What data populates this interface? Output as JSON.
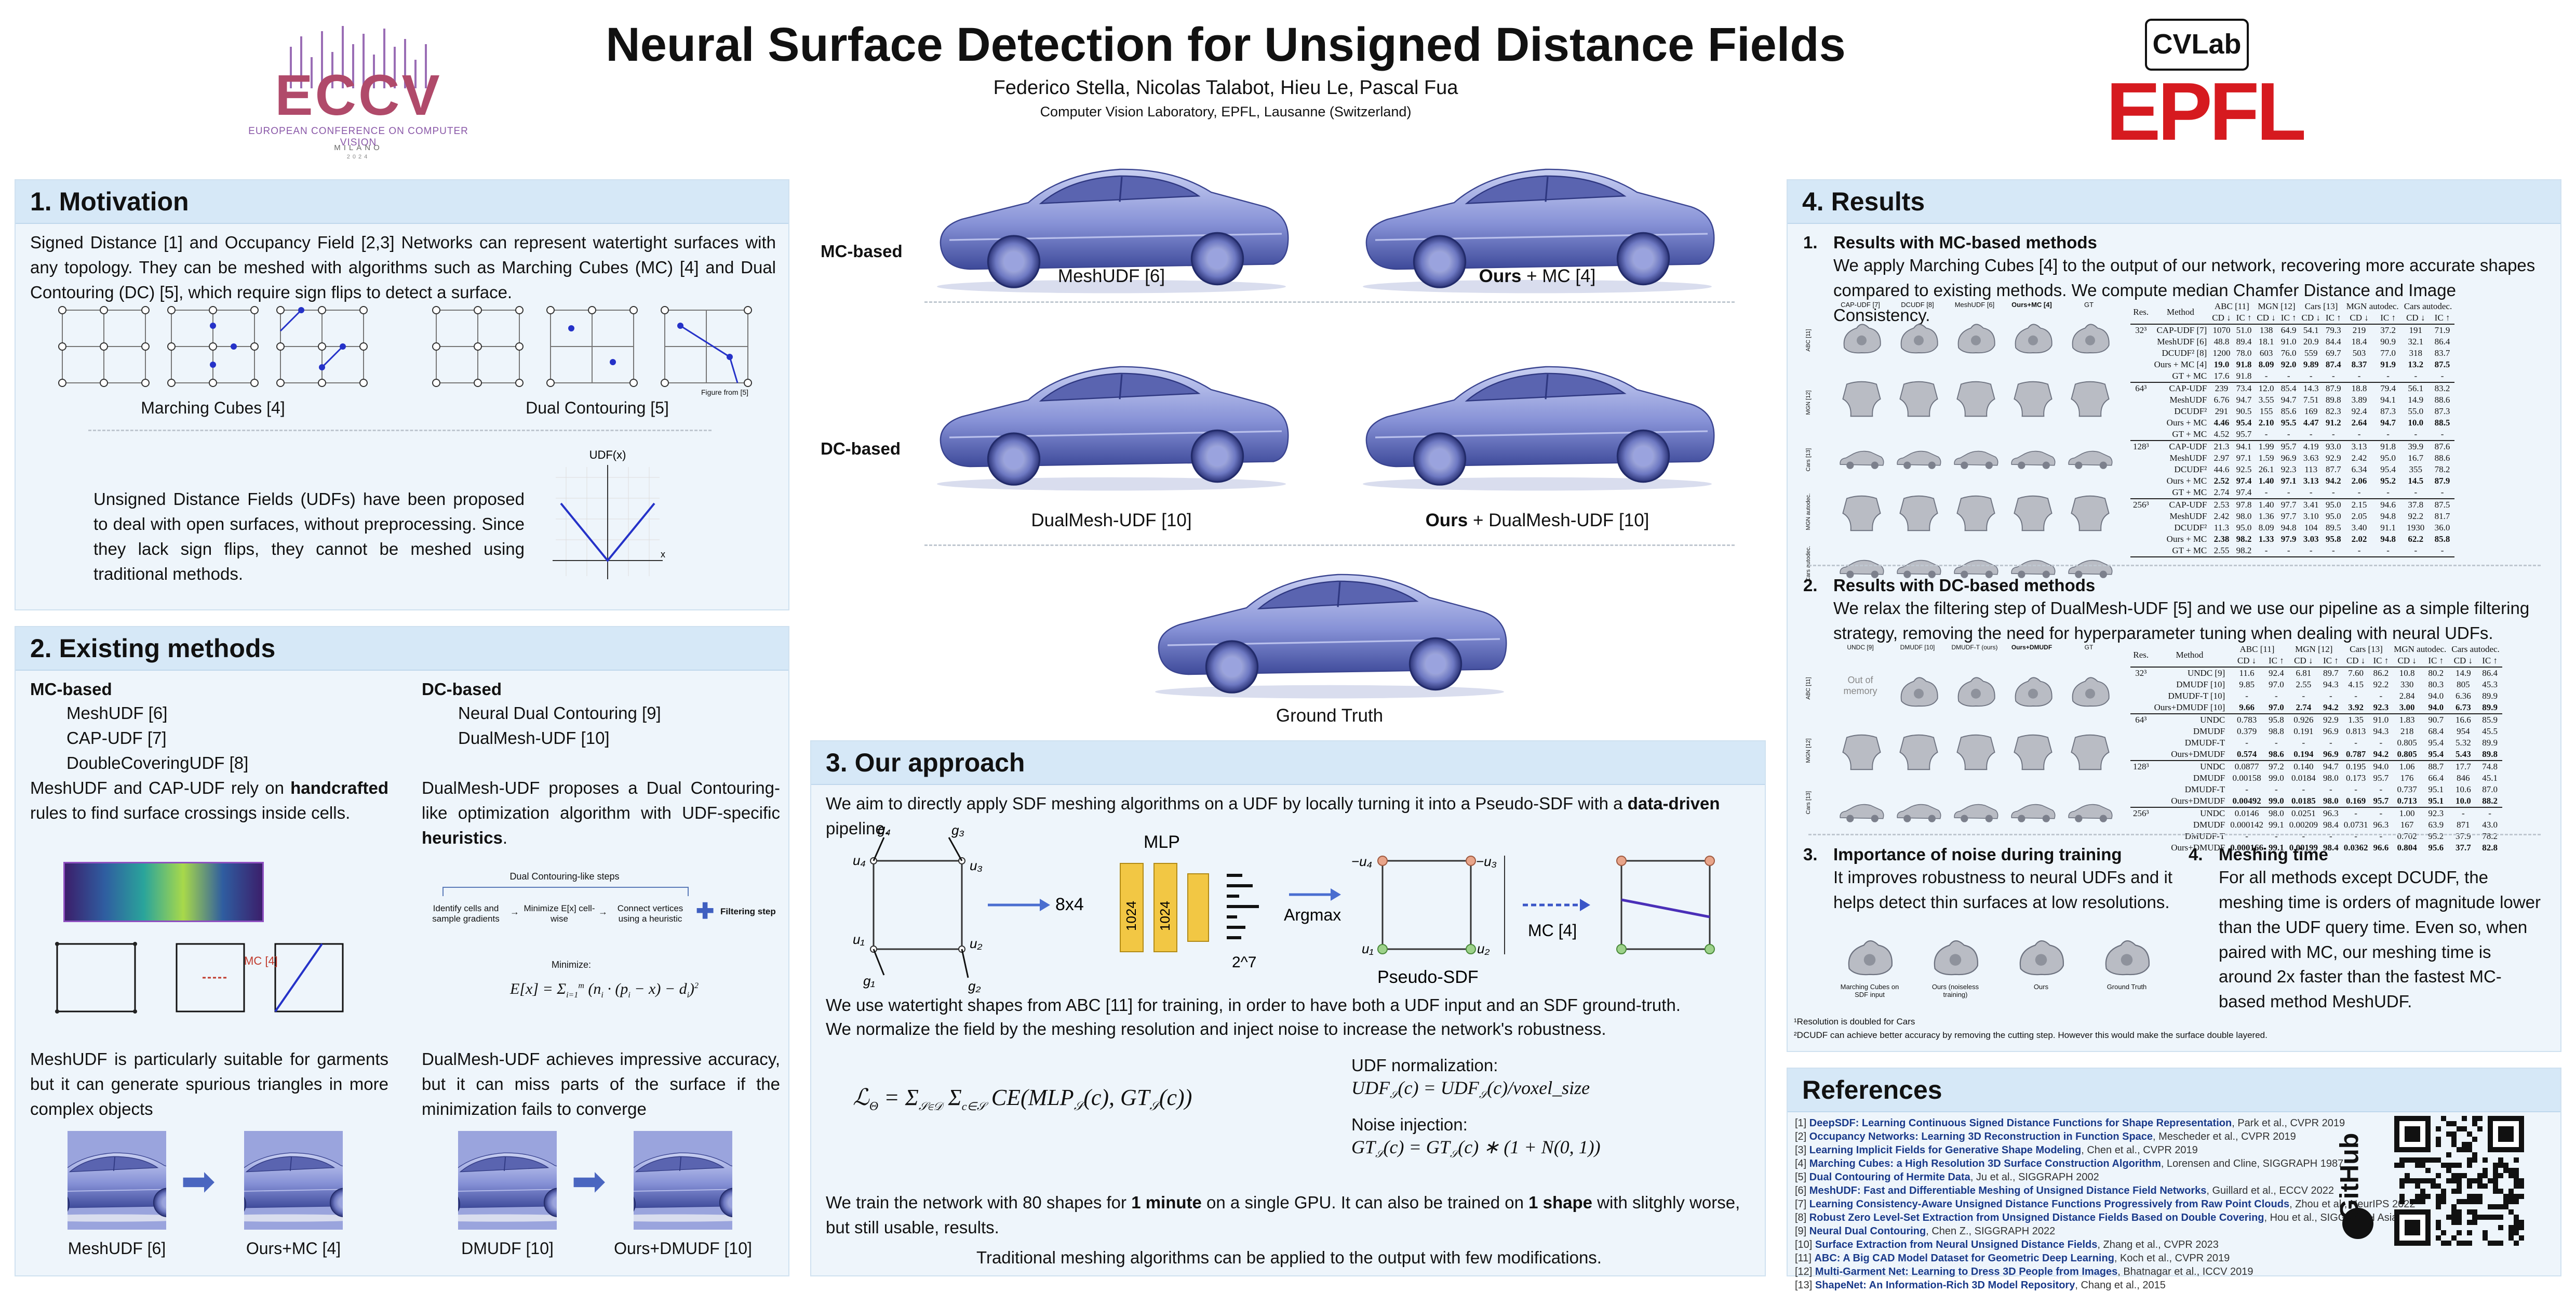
{
  "header": {
    "title": "Neural Surface Detection for Unsigned Distance Fields",
    "authors": "Federico Stella, Nicolas Talabot, Hieu Le, Pascal Fua",
    "affiliation": "Computer Vision Laboratory, EPFL, Lausanne (Switzerland)",
    "eccv_logo": "ECCV",
    "eccv_sub": "EUROPEAN CONFERENCE ON COMPUTER VISION",
    "eccv_city": "MILANO",
    "eccv_year": "2024",
    "cvlab_logo": "CVLab",
    "epfl_logo": "EPFL"
  },
  "motivation": {
    "title": "1. Motivation",
    "p1": "Signed Distance [1] and Occupancy Field [2,3] Networks can represent watertight surfaces with any topology. They can be meshed with algorithms such as Marching Cubes (MC) [4] and Dual Contouring (DC) [5], which require sign flips to detect a surface.",
    "cap_mc": "Marching Cubes [4]",
    "cap_dc": "Dual Contouring [5]",
    "figure_from": "Figure from [5]",
    "p2": "Unsigned Distance Fields (UDFs) have been proposed to deal with open surfaces, without preprocessing. Since they lack sign flips, they cannot be meshed using traditional methods.",
    "udf_label": "UDF(x)",
    "x_label": "x"
  },
  "existing": {
    "title": "2. Existing methods",
    "mc_head": "MC-based",
    "mc_items": [
      "MeshUDF [6]",
      "CAP-UDF [7]",
      "DoubleCoveringUDF [8]"
    ],
    "dc_head": "DC-based",
    "dc_items": [
      "Neural Dual Contouring [9]",
      "DualMesh-UDF [10]"
    ],
    "mc_text_a": "MeshUDF and CAP-UDF rely on ",
    "mc_text_b": "handcrafted",
    "mc_text_c": " rules to find surface crossings inside cells.",
    "dc_text_a": "DualMesh-UDF proposes a Dual Contouring-like optimization algorithm with UDF-specific ",
    "dc_text_b": "heuristics",
    "dc_text_c": ".",
    "dc_steps_title": "Dual Contouring-like steps",
    "dc_step1": "Identify cells and sample gradients",
    "dc_step2": "Minimize E[x] cell-wise",
    "dc_step3": "Connect vertices using a heuristic",
    "dc_filter": "Filtering step",
    "minimize": "Minimize:",
    "mc4_label": "MC [4]",
    "mc_note": "MeshUDF is particularly suitable for garments but it can generate spurious triangles in more complex objects",
    "dc_note": "DualMesh-UDF achieves impressive accuracy, but it can miss parts of the surface if the minimization fails to converge",
    "cap_meshudf": "MeshUDF [6]",
    "cap_ours_mc": "Ours+MC [4]",
    "cap_dmudf": "DMUDF [10]",
    "cap_ours_dm": "Ours+DMUDF [10]"
  },
  "cars": {
    "mc_based": "MC-based",
    "dc_based": "DC-based",
    "c1": "MeshUDF [6]",
    "c2_b": "Ours",
    "c2": " + MC [4]",
    "c3": "DualMesh-UDF [10]",
    "c4_b": "Ours",
    "c4": " + DualMesh-UDF [10]",
    "c5": "Ground Truth"
  },
  "approach": {
    "title": "3. Our approach",
    "intro_a": "We aim to directly apply SDF meshing algorithms on a UDF by locally turning it into a Pseudo-SDF with a ",
    "intro_b": "data-driven",
    "intro_c": " pipeline.",
    "mlp": "MLP",
    "in_dim": "8x4",
    "layer": "1024",
    "out_dim": "2^7",
    "argmax": "Argmax",
    "pseudo": "Pseudo-SDF",
    "mc4": "MC [4]",
    "train1": "We use watertight shapes from ABC [11] for training, in order to have both a UDF input and an SDF ground-truth.",
    "train2": "We normalize the field by the meshing resolution and inject noise to increase the network's robustness.",
    "udf_norm": "UDF normalization:",
    "noise_inj": "Noise injection:",
    "train3_a": "We train the network with 80 shapes for ",
    "train3_b": "1 minute",
    "train3_c": " on a single GPU. It can also be trained on ",
    "train3_d": "1 shape",
    "train3_e": " with slitghly worse, but still usable, results.",
    "final": "Traditional meshing algorithms can be applied to the output with few modifications."
  },
  "results": {
    "title": "4. Results",
    "r1_head": "Results with MC-based methods",
    "r1_text": "We apply Marching Cubes [4] to the output of our network, recovering more accurate shapes compared to existing methods. We compute median Chamfer Distance and Image Consistency.",
    "r1_cols": [
      "CAP-UDF [7]",
      "DCUDF [8]",
      "MeshUDF [6]",
      "Ours+MC [4]",
      "GT"
    ],
    "r1_rows": [
      "ABC [11]",
      "MGN [12]",
      "Cars [13]",
      "MGN autodec.",
      "Cars autodec."
    ],
    "r2_head": "Results with DC-based methods",
    "r2_text": "We relax the filtering step of DualMesh-UDF [5] and we use our pipeline as a simple filtering strategy, removing the need for hyperparameter tuning when dealing with neural UDFs.",
    "r2_cols": [
      "UNDC [9]",
      "DMUDF [10]",
      "DMUDF-T (ours)",
      "Ours+DMUDF",
      "GT"
    ],
    "r2_rows": [
      "ABC [11]",
      "MGN [12]",
      "Cars [13]"
    ],
    "out_of_memory": "Out of memory",
    "r3_head": "Importance of noise during training",
    "r3_text": "It improves robustness to neural UDFs and it helps detect thin surfaces at low resolutions.",
    "r3_caps": [
      "Marching Cubes on SDF input",
      "Ours (noiseless training)",
      "Ours",
      "Ground Truth"
    ],
    "r4_head": "Meshing time",
    "r4_text": "For all methods except DCUDF, the meshing time is orders of magnitude lower than the UDF query time. Even so, when paired with MC, our meshing time is around 2x faster than the fastest MC-based method MeshUDF.",
    "fn1": "¹Resolution is doubled for Cars",
    "fn2": "²DCUDF can achieve better accuracy by removing the cutting step. However this would make the surface double layered.",
    "table1": {
      "head1": [
        "Res.",
        "Method",
        "ABC [11]",
        "MGN [12]",
        "Cars [13]",
        "MGN autodec.",
        "Cars autodec."
      ],
      "head2": [
        "CD ↓",
        "IC ↑",
        "CD ↓",
        "IC ↑",
        "CD ↓",
        "IC ↑",
        "CD ↓",
        "IC ↑",
        "CD ↓",
        "IC ↑"
      ],
      "groups": [
        {
          "res": "32³",
          "rows": [
            [
              "CAP-UDF [7]",
              "1070",
              "51.0",
              "138",
              "64.9",
              "54.1",
              "79.3",
              "219",
              "37.2",
              "191",
              "71.9"
            ],
            [
              "MeshUDF [6]",
              "48.8",
              "89.4",
              "18.1",
              "91.0",
              "20.9",
              "84.4",
              "18.4",
              "90.9",
              "32.1",
              "86.4"
            ],
            [
              "DCUDF² [8]",
              "1200",
              "78.0",
              "603",
              "76.0",
              "559",
              "69.7",
              "503",
              "77.0",
              "318",
              "83.7"
            ],
            [
              "Ours + MC [4]",
              "19.0",
              "91.8",
              "8.09",
              "92.0",
              "9.89",
              "87.4",
              "8.37",
              "91.9",
              "13.2",
              "87.5"
            ],
            [
              "GT + MC",
              "17.6",
              "91.8",
              "-",
              "-",
              "-",
              "-",
              "-",
              "-",
              "-",
              "-"
            ]
          ]
        },
        {
          "res": "64³",
          "rows": [
            [
              "CAP-UDF",
              "239",
              "73.4",
              "12.0",
              "85.4",
              "14.3",
              "87.9",
              "18.8",
              "79.4",
              "56.1",
              "83.2"
            ],
            [
              "MeshUDF",
              "6.76",
              "94.7",
              "3.55",
              "94.7",
              "7.51",
              "89.8",
              "3.89",
              "94.1",
              "14.9",
              "88.6"
            ],
            [
              "DCUDF²",
              "291",
              "90.5",
              "155",
              "85.6",
              "169",
              "82.3",
              "92.4",
              "87.3",
              "55.0",
              "87.3"
            ],
            [
              "Ours + MC",
              "4.46",
              "95.4",
              "2.10",
              "95.5",
              "4.47",
              "91.2",
              "2.64",
              "94.7",
              "10.0",
              "88.5"
            ],
            [
              "GT + MC",
              "4.52",
              "95.7",
              "-",
              "-",
              "-",
              "-",
              "-",
              "-",
              "-",
              "-"
            ]
          ]
        },
        {
          "res": "128³",
          "rows": [
            [
              "CAP-UDF",
              "21.3",
              "94.1",
              "1.99",
              "95.7",
              "4.19",
              "93.0",
              "3.13",
              "91.8",
              "39.9",
              "87.6"
            ],
            [
              "MeshUDF",
              "2.97",
              "97.1",
              "1.59",
              "96.9",
              "3.63",
              "92.9",
              "2.42",
              "95.0",
              "16.7",
              "88.6"
            ],
            [
              "DCUDF²",
              "44.6",
              "92.5",
              "26.1",
              "92.3",
              "113",
              "87.7",
              "6.34",
              "95.4",
              "355",
              "78.2"
            ],
            [
              "Ours + MC",
              "2.52",
              "97.4",
              "1.40",
              "97.1",
              "3.13",
              "94.2",
              "2.06",
              "95.2",
              "14.5",
              "87.9"
            ],
            [
              "GT + MC",
              "2.74",
              "97.4",
              "-",
              "-",
              "-",
              "-",
              "-",
              "-",
              "-",
              "-"
            ]
          ]
        },
        {
          "res": "256³",
          "rows": [
            [
              "CAP-UDF",
              "2.53",
              "97.8",
              "1.40",
              "97.7",
              "3.41",
              "95.0",
              "2.15",
              "94.6",
              "37.8",
              "87.5"
            ],
            [
              "MeshUDF",
              "2.42",
              "98.0",
              "1.36",
              "97.7",
              "3.10",
              "95.0",
              "2.05",
              "94.8",
              "92.2",
              "81.7"
            ],
            [
              "DCUDF²",
              "11.3",
              "95.0",
              "8.09",
              "94.8",
              "104",
              "89.5",
              "3.40",
              "91.1",
              "1930",
              "36.0"
            ],
            [
              "Ours + MC",
              "2.38",
              "98.2",
              "1.33",
              "97.9",
              "3.03",
              "95.8",
              "2.02",
              "94.8",
              "62.2",
              "85.8"
            ],
            [
              "GT + MC",
              "2.55",
              "98.2",
              "-",
              "-",
              "-",
              "-",
              "-",
              "-",
              "-",
              "-"
            ]
          ]
        }
      ]
    },
    "table2": {
      "head1": [
        "Res.",
        "Method",
        "ABC [11]",
        "MGN [12]",
        "Cars [13]",
        "MGN autodec.",
        "Cars autodec."
      ],
      "head2": [
        "CD ↓",
        "IC ↑",
        "CD ↓",
        "IC ↑",
        "CD ↓",
        "IC ↑",
        "CD ↓",
        "IC ↑",
        "CD ↓",
        "IC ↑"
      ],
      "groups": [
        {
          "res": "32³",
          "rows": [
            [
              "UNDC [9]",
              "11.6",
              "92.4",
              "6.81",
              "89.7",
              "7.60",
              "86.2",
              "10.8",
              "80.2",
              "14.9",
              "86.4"
            ],
            [
              "DMUDF [10]",
              "9.85",
              "97.0",
              "2.55",
              "94.3",
              "4.15",
              "92.2",
              "330",
              "80.3",
              "805",
              "45.3"
            ],
            [
              "DMUDF-T [10]",
              "-",
              "-",
              "-",
              "-",
              "-",
              "-",
              "2.84",
              "94.0",
              "6.36",
              "89.9"
            ],
            [
              "Ours+DMUDF [10]",
              "9.66",
              "97.0",
              "2.74",
              "94.2",
              "3.92",
              "92.3",
              "3.00",
              "94.0",
              "6.73",
              "89.9"
            ]
          ]
        },
        {
          "res": "64³",
          "rows": [
            [
              "UNDC",
              "0.783",
              "95.8",
              "0.926",
              "92.9",
              "1.35",
              "91.0",
              "1.83",
              "90.7",
              "16.6",
              "85.9"
            ],
            [
              "DMUDF",
              "0.379",
              "98.8",
              "0.191",
              "96.9",
              "0.813",
              "94.3",
              "218",
              "68.4",
              "954",
              "45.5"
            ],
            [
              "DMUDF-T",
              "-",
              "-",
              "-",
              "-",
              "-",
              "-",
              "0.805",
              "95.4",
              "5.32",
              "89.9"
            ],
            [
              "Ours+DMUDF",
              "0.574",
              "98.6",
              "0.194",
              "96.9",
              "0.787",
              "94.2",
              "0.805",
              "95.4",
              "5.43",
              "89.8"
            ]
          ]
        },
        {
          "res": "128³",
          "rows": [
            [
              "UNDC",
              "0.0877",
              "97.2",
              "0.140",
              "94.7",
              "0.195",
              "94.0",
              "1.06",
              "88.7",
              "17.7",
              "74.8"
            ],
            [
              "DMUDF",
              "0.00158",
              "99.0",
              "0.0184",
              "98.0",
              "0.173",
              "95.7",
              "176",
              "66.4",
              "846",
              "45.1"
            ],
            [
              "DMUDF-T",
              "-",
              "-",
              "-",
              "-",
              "-",
              "-",
              "0.737",
              "95.1",
              "10.6",
              "87.0"
            ],
            [
              "Ours+DMUDF",
              "0.00492",
              "99.0",
              "0.0185",
              "98.0",
              "0.169",
              "95.7",
              "0.713",
              "95.1",
              "10.0",
              "88.2"
            ]
          ]
        },
        {
          "res": "256³",
          "rows": [
            [
              "UNDC",
              "0.0146",
              "98.0",
              "0.0251",
              "96.3",
              "-",
              "-",
              "1.00",
              "92.3",
              "-",
              "-"
            ],
            [
              "DMUDF",
              "0.000142",
              "99.1",
              "0.00209",
              "98.4",
              "0.0731",
              "96.3",
              "167",
              "63.9",
              "871",
              "43.0"
            ],
            [
              "DMUDF-T",
              "-",
              "-",
              "-",
              "-",
              "-",
              "-",
              "0.702",
              "95.2",
              "37.9",
              "78.2"
            ],
            [
              "Ours+DMUDF",
              "0.000166",
              "99.1",
              "0.00199",
              "98.4",
              "0.0362",
              "96.6",
              "0.804",
              "95.6",
              "37.7",
              "82.8"
            ]
          ]
        }
      ]
    }
  },
  "references": {
    "title": "References",
    "github": "GitHub",
    "items": [
      {
        "n": "[1]",
        "t": "DeepSDF: Learning Continuous Signed Distance Functions for Shape Representation",
        "a": ", Park et al., CVPR 2019"
      },
      {
        "n": "[2]",
        "t": "Occupancy Networks: Learning 3D Reconstruction in Function Space",
        "a": ", Mescheder et al., CVPR 2019"
      },
      {
        "n": "[3]",
        "t": "Learning Implicit Fields for Generative Shape Modeling",
        "a": ", Chen et al., CVPR 2019"
      },
      {
        "n": "[4]",
        "t": "Marching Cubes: a High Resolution 3D Surface Construction Algorithm",
        "a": ", Lorensen and Cline, SIGGRAPH 1987"
      },
      {
        "n": "[5]",
        "t": "Dual Contouring of Hermite Data",
        "a": ", Ju et al., SIGGRAPH 2002"
      },
      {
        "n": "[6]",
        "t": "MeshUDF: Fast and Differentiable Meshing of Unsigned Distance Field Networks",
        "a": ", Guillard et al., ECCV 2022"
      },
      {
        "n": "[7]",
        "t": "Learning Consistency-Aware Unsigned Distance Functions Progressively from Raw Point Clouds",
        "a": ", Zhou et al., NeurIPS 2022"
      },
      {
        "n": "[8]",
        "t": "Robust Zero Level-Set Extraction from Unsigned Distance Fields Based on Double Covering",
        "a": ", Hou et al., SIGGRAPH Asia 2023"
      },
      {
        "n": "[9]",
        "t": "Neural Dual Contouring",
        "a": ", Chen Z., SIGGRAPH 2022"
      },
      {
        "n": "[10]",
        "t": "Surface Extraction from Neural Unsigned Distance Fields",
        "a": ", Zhang et al., CVPR 2023"
      },
      {
        "n": "[11]",
        "t": "ABC: A Big CAD Model Dataset for Geometric Deep Learning",
        "a": ", Koch et al., CVPR 2019"
      },
      {
        "n": "[12]",
        "t": "Multi-Garment Net: Learning to Dress 3D People from Images",
        "a": ", Bhatnagar et al., ICCV 2019"
      },
      {
        "n": "[13]",
        "t": "ShapeNet: An Information-Rich 3D Model Repository",
        "a": ", Chang et al., 2015"
      }
    ]
  },
  "colors": {
    "accent": "#d61a1f",
    "panel": "#eef5fb",
    "header": "#d6e8f7",
    "car": "#8a96d8",
    "mlp": "#f2c744"
  }
}
